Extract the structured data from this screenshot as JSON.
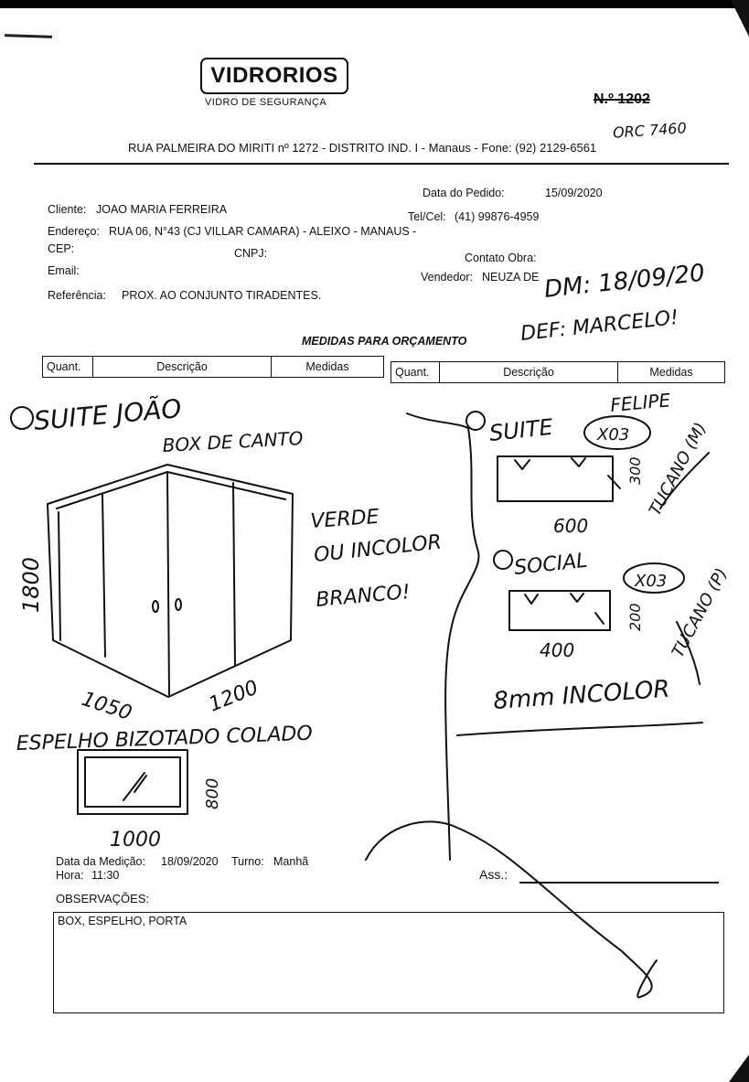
{
  "company": {
    "logo_text": "VIDRORIOS",
    "tagline": "VIDRO DE SEGURANÇA",
    "address": "RUA PALMEIRA DO MIRITI nº 1272 - DISTRITO IND. I - Manaus - Fone: (92) 2129-6561"
  },
  "document": {
    "number": "N.º 1202",
    "handwritten_ref": "ORC 7460"
  },
  "order": {
    "date_label": "Data do Pedido:",
    "date_value": "15/09/2020",
    "client_label": "Cliente:",
    "client_value": "JOAO MARIA FERREIRA",
    "phone_label": "Tel/Cel:",
    "phone_value": "(41) 99876-4959",
    "address_label": "Endereço:",
    "address_value": "RUA 06, N°43 (CJ VILLAR CAMARA) - ALEIXO - MANAUS -",
    "cep_label": "CEP:",
    "cnpj_label": "CNPJ:",
    "contact_label": "Contato Obra:",
    "email_label": "Email:",
    "seller_label": "Vendedor:",
    "seller_value": "NEUZA DE",
    "reference_label": "Referência:",
    "reference_value": "PROX. AO CONJUNTO TIRADENTES."
  },
  "measures": {
    "title": "MEDIDAS PARA ORÇAMENTO",
    "columns": [
      "Quant.",
      "Descrição",
      "Medidas"
    ]
  },
  "handwriting": {
    "seller_note_1": "DM: 18/09/20",
    "seller_note_2": "DEF: MARCELO!",
    "left_title": "SUITE JOÃO",
    "left_subtitle": "BOX DE CANTO",
    "left_note_1": "VERDE",
    "left_note_2": "OU INCOLOR",
    "left_note_3": "BRANCO!",
    "left_dim_height": "1800",
    "left_dim_a": "1050",
    "left_dim_b": "1200",
    "mirror_title": "ESPELHO BIZOTADO COLADO",
    "mirror_dim_w": "1000",
    "mirror_dim_h": "800",
    "right_name": "FELIPE",
    "suite_label": "SUITE",
    "suite_qty": "X03",
    "suite_w": "600",
    "suite_h": "300",
    "suite_finish": "TUCANO (M)",
    "social_label": "SOCIAL",
    "social_qty": "X03",
    "social_w": "400",
    "social_h": "200",
    "social_finish": "TUCANO (P)",
    "glass_spec": "8mm INCOLOR"
  },
  "measurement": {
    "date_label": "Data da Medição:",
    "date_value": "18/09/2020",
    "shift_label": "Turno:",
    "shift_value": "Manhã",
    "time_label": "Hora:",
    "time_value": "11:30"
  },
  "signature": {
    "label": "Ass.:"
  },
  "observations": {
    "label": "OBSERVAÇÕES:",
    "text": "BOX, ESPELHO, PORTA"
  }
}
